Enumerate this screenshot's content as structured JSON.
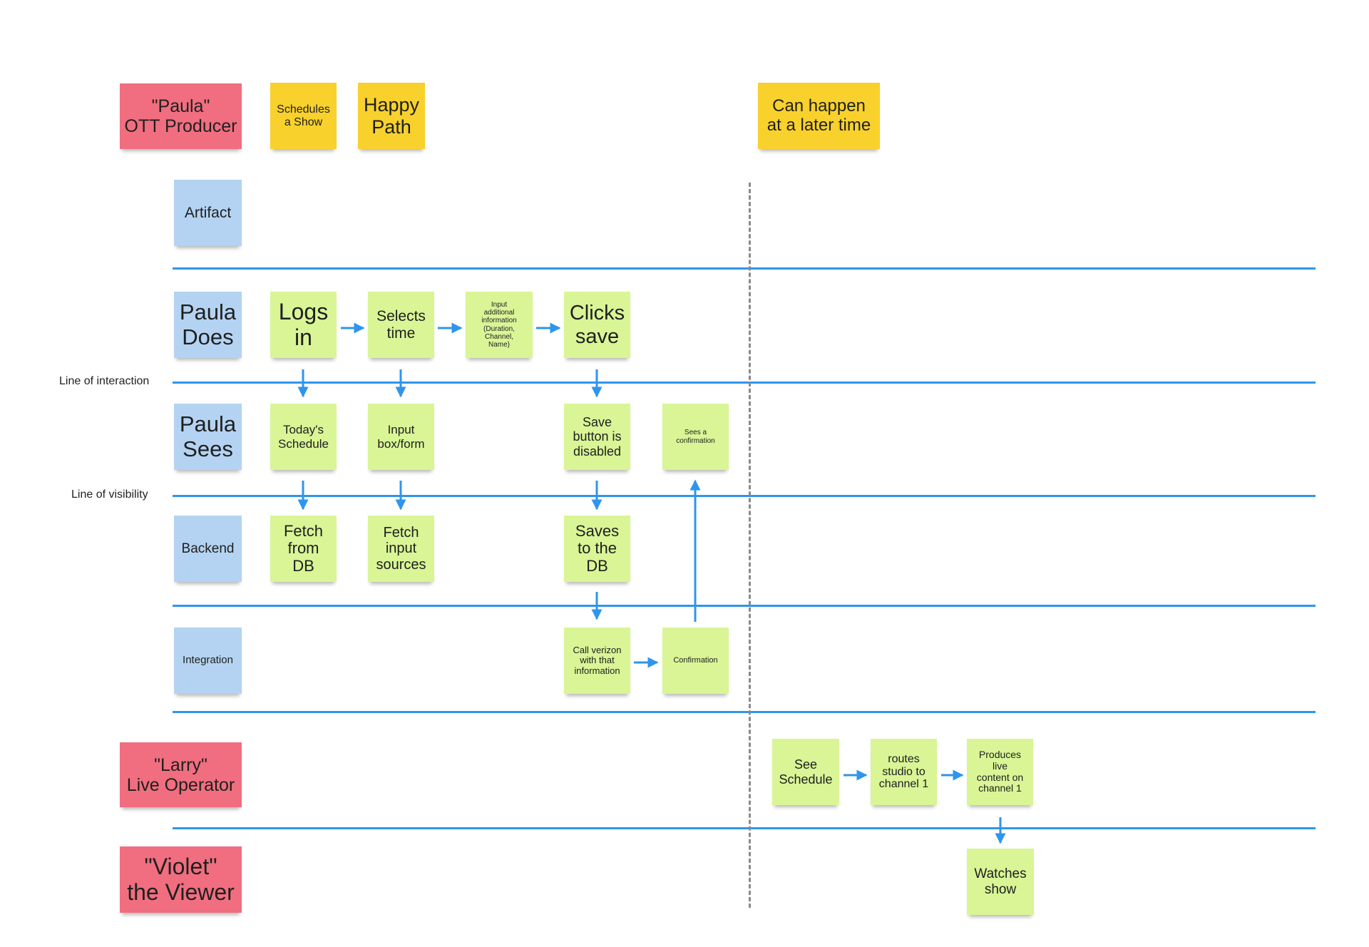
{
  "personas": {
    "paula": "\"Paula\"\nOTT Producer",
    "larry": "\"Larry\"\nLive Operator",
    "violet": "\"Violet\"\nthe Viewer"
  },
  "header_notes": {
    "schedules_show": "Schedules\na Show",
    "happy_path": "Happy\nPath",
    "later_time": "Can happen\nat a later time"
  },
  "lanes": {
    "artifact": "Artifact",
    "paula_does": "Paula\nDoes",
    "paula_sees": "Paula\nSees",
    "backend": "Backend",
    "integration": "Integration"
  },
  "lines": {
    "interaction": "Line of interaction",
    "visibility": "Line of visibility"
  },
  "steps": {
    "logs_in": "Logs\nin",
    "selects_time": "Selects\ntime",
    "input_info": "Input\nadditional\ninformation\n(Duration,\nChannel,\nName)",
    "clicks_save": "Clicks\nsave",
    "todays_schedule": "Today's\nSchedule",
    "input_box": "Input\nbox/form",
    "save_disabled": "Save\nbutton is\ndisabled",
    "sees_confirmation": "Sees a\nconfirmation",
    "fetch_db": "Fetch\nfrom\nDB",
    "fetch_sources": "Fetch\ninput\nsources",
    "saves_db": "Saves\nto the\nDB",
    "call_verizon": "Call verizon\nwith that\ninformation",
    "confirmation": "Confirmation",
    "see_schedule": "See\nSchedule",
    "routes_studio": "routes\nstudio to\nchannel 1",
    "produces_live": "Produces\nlive\ncontent on\nchannel 1",
    "watches_show": "Watches\nshow"
  },
  "colors": {
    "persona": "#f06e7f",
    "header": "#f8d12c",
    "lane": "#b4d3f2",
    "step": "#d9f596",
    "line": "#2f95ec"
  }
}
